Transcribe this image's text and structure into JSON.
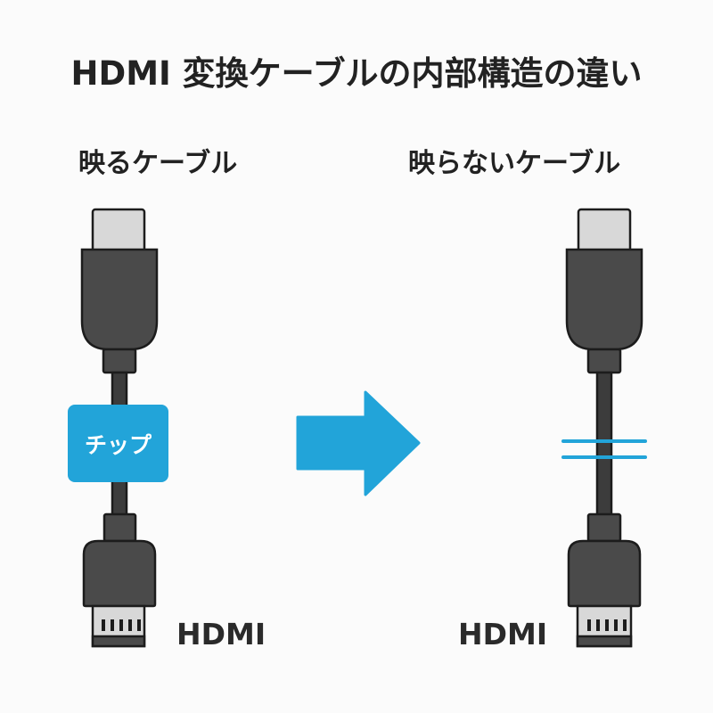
{
  "title": "HDMI 変換ケーブルの内部構造の違い",
  "left": {
    "heading": "映るケーブル",
    "chip_label": "チップ",
    "connector_label": "HDMI"
  },
  "right": {
    "heading": "映らないケーブル",
    "connector_label": "HDMI"
  },
  "icons": {
    "arrow": "arrow-right-icon",
    "connector_top": "usb-c-connector-icon",
    "connector_bottom": "hdmi-connector-icon",
    "break_mark": "cable-break-icon"
  },
  "colors": {
    "accent": "#22a4d9",
    "connector_body": "#4a4a4a",
    "connector_tip": "#d8d8d8",
    "outline": "#1c1c1c",
    "background": "#fbfbfb"
  }
}
